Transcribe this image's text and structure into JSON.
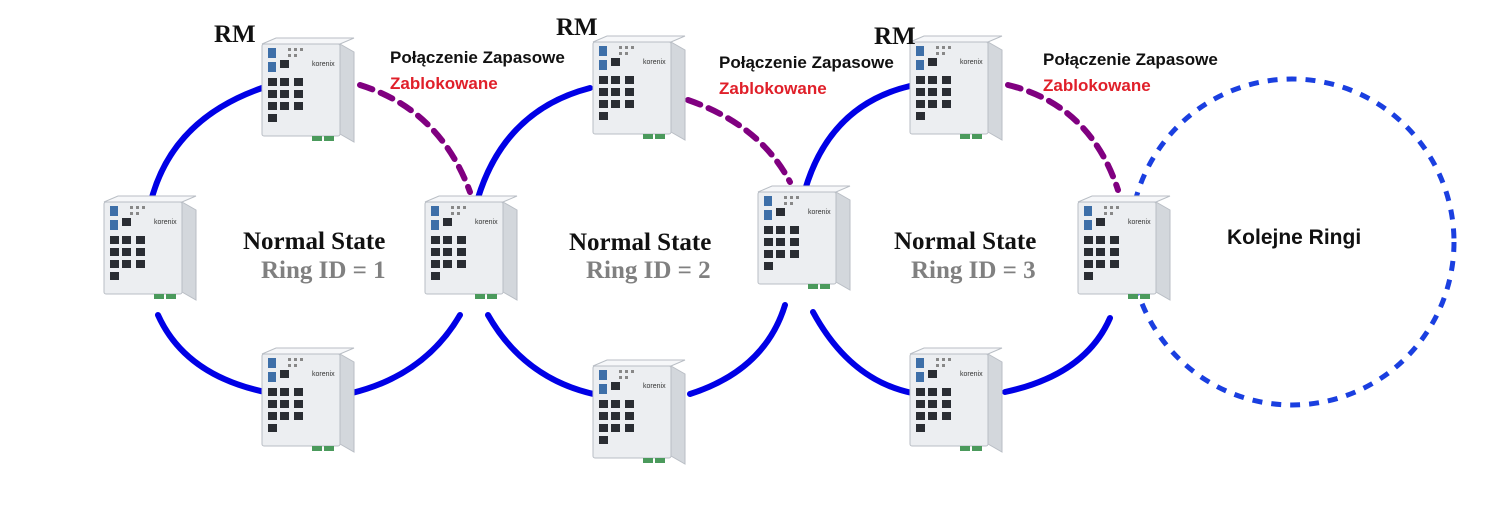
{
  "colors": {
    "ring": "#0000e6",
    "backup_link": "#800080",
    "next_ring": "#1a3fe0",
    "blocked": "#e0202a",
    "ring_id": "#808080"
  },
  "icons": {
    "switch": "industrial-ethernet-switch-icon"
  },
  "switch_brand": "korenix",
  "rings": [
    {
      "rm_label": "RM",
      "state": "Normal State",
      "ring_id": "Ring ID = 1",
      "backup_title": "Połączenie Zapasowe",
      "backup_status": "Zablokowane"
    },
    {
      "rm_label": "RM",
      "state": "Normal State",
      "ring_id": "Ring ID = 2",
      "backup_title": "Połączenie Zapasowe",
      "backup_status": "Zablokowane"
    },
    {
      "rm_label": "RM",
      "state": "Normal State",
      "ring_id": "Ring ID = 3",
      "backup_title": "Połączenie Zapasowe",
      "backup_status": "Zablokowane"
    }
  ],
  "next_rings": {
    "label": "Kolejne Ringi"
  }
}
